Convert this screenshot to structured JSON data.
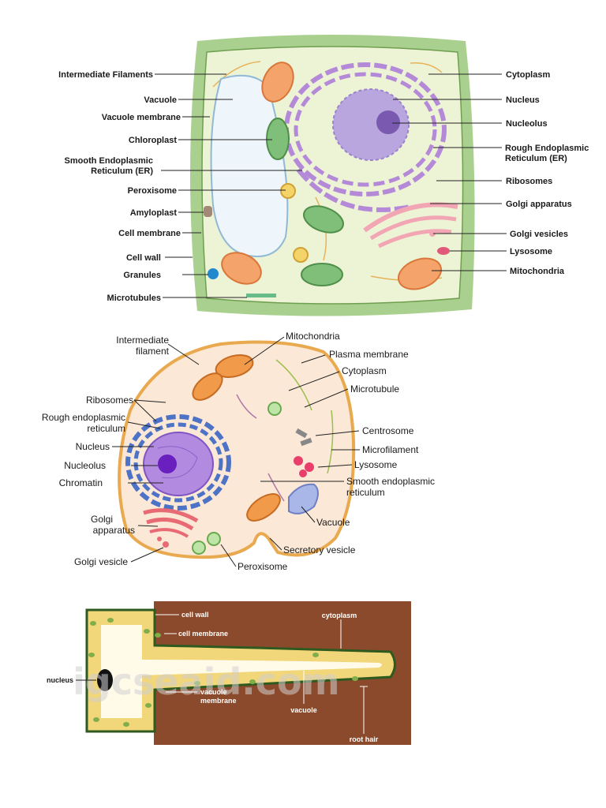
{
  "plant_cell": {
    "labels": {
      "intermediate_filaments": "Intermediate Filaments",
      "vacuole": "Vacuole",
      "vacuole_membrane": "Vacuole membrane",
      "chloroplast": "Chloroplast",
      "smooth_er_line1": "Smooth Endoplasmic",
      "smooth_er_line2": "Reticulum (ER)",
      "peroxisome": "Peroxisome",
      "amyloplast": "Amyloplast",
      "cell_membrane": "Cell membrane",
      "cell_wall": "Cell wall",
      "granules": "Granules",
      "microtubules": "Microtubules",
      "cytoplasm": "Cytoplasm",
      "nucleus": "Nucleus",
      "nucleolus": "Nucleolus",
      "rough_er_line1": "Rough Endoplasmic",
      "rough_er_line2": "Reticulum (ER)",
      "ribosomes": "Ribosomes",
      "golgi_apparatus": "Golgi apparatus",
      "golgi_vesicles": "Golgi vesicles",
      "lysosome": "Lysosome",
      "mitochondria": "Mitochondria"
    }
  },
  "animal_cell": {
    "labels": {
      "intermediate_line1": "Intermediate",
      "intermediate_line2": "filament",
      "ribosomes": "Ribosomes",
      "rough_er_line1": "Rough endoplasmic",
      "rough_er_line2": "reticulum",
      "nucleus": "Nucleus",
      "nucleolus": "Nucleolus",
      "chromatin": "Chromatin",
      "golgi_line1": "Golgi",
      "golgi_line2": "apparatus",
      "golgi_vesicle": "Golgi vesicle",
      "mitochondria": "Mitochondria",
      "plasma_membrane": "Plasma membrane",
      "cytoplasm": "Cytoplasm",
      "microtubule": "Microtubule",
      "centrosome": "Centrosome",
      "microfilament": "Microfilament",
      "lysosome": "Lysosome",
      "smooth_er_line1": "Smooth endoplasmic",
      "smooth_er_line2": "reticulum",
      "vacuole": "Vacuole",
      "secretory_vesicle": "Secretory vesicle",
      "peroxisome": "Peroxisome"
    }
  },
  "root_hair_cell": {
    "labels": {
      "cell_wall": "cell wall",
      "cell_membrane": "cell membrane",
      "cytoplasm": "cytoplasm",
      "nucleus": "nucleus",
      "vacuole_membrane_line1": "vacuole",
      "vacuole_membrane_line2": "membrane",
      "vacuole": "vacuole",
      "root_hair": "root hair"
    },
    "watermark": "igcseaid.com"
  },
  "colors": {
    "plant_wall": "#a9d08e",
    "plant_cytoplasm": "#edf3d5",
    "nucleus": "#b9a6df",
    "animal_cytoplasm": "#fbe8d6",
    "soil": "#8b4a2b"
  }
}
